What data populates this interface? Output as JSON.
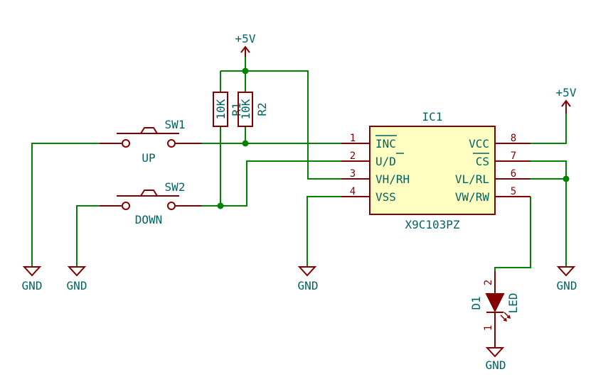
{
  "ic": {
    "ref": "IC1",
    "value": "X9C103PZ"
  },
  "pins": [
    {
      "num": "1",
      "name": "INC"
    },
    {
      "num": "2",
      "name_u": "U/",
      "name_d": "D"
    },
    {
      "num": "3",
      "name": "VH/RH"
    },
    {
      "num": "4",
      "name": "VSS"
    },
    {
      "num": "8",
      "name": "VCC"
    },
    {
      "num": "7",
      "name": "CS"
    },
    {
      "num": "6",
      "name": "VL/RL"
    },
    {
      "num": "5",
      "name": "VW/RW"
    }
  ],
  "resistors": [
    {
      "value": "10K",
      "ref": "R1"
    },
    {
      "value": "10K",
      "ref": "R2"
    }
  ],
  "switches": [
    {
      "ref": "SW1",
      "label": "UP"
    },
    {
      "ref": "SW2",
      "label": "DOWN"
    }
  ],
  "led": {
    "ref": "D1",
    "value": "LED",
    "pin_anode": "2",
    "pin_cathode": "1"
  },
  "power": {
    "vcc": "+5V",
    "gnd": "GND"
  }
}
